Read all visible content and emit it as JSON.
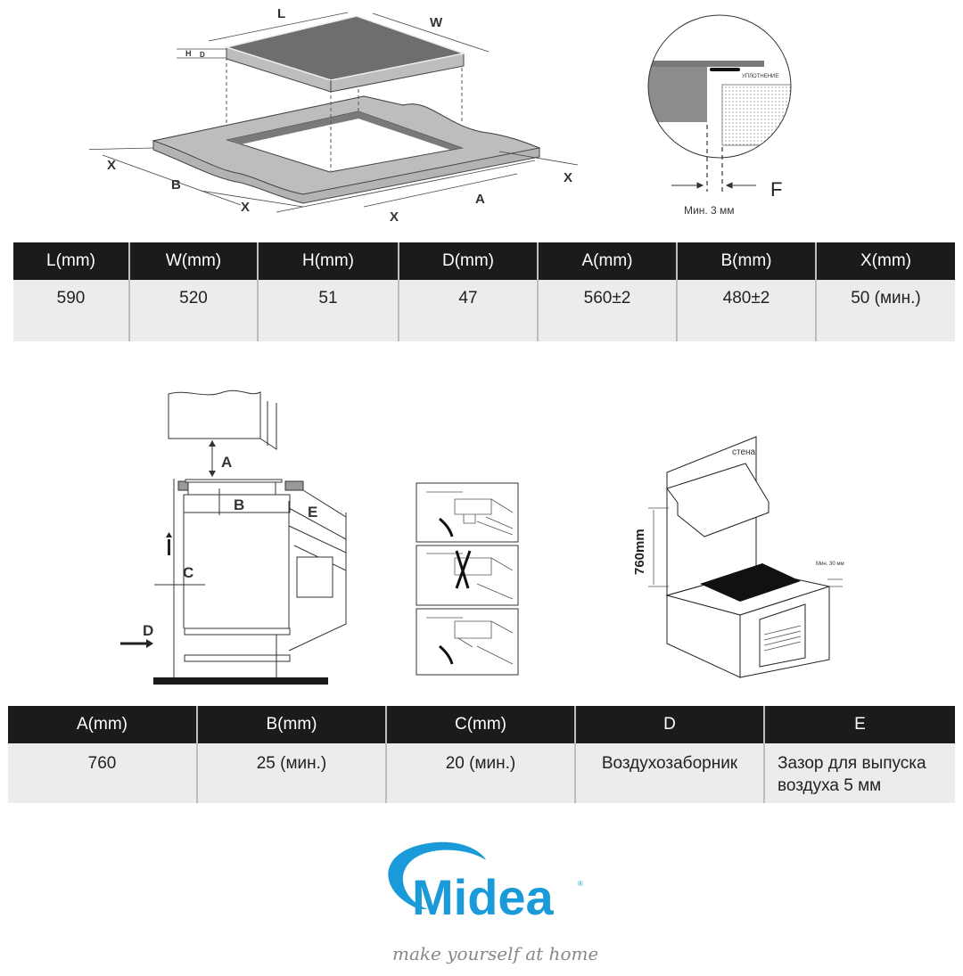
{
  "diagram_top": {
    "labels": {
      "L": "L",
      "W": "W",
      "H": "H",
      "D": "D",
      "A": "A",
      "B": "B",
      "X": "X"
    },
    "detail": {
      "seal_label": "УПЛОТНЕНИЕ",
      "gap_label": "F",
      "gap_caption": "Мин. 3 мм"
    }
  },
  "table1": {
    "headers": [
      "L(mm)",
      "W(mm)",
      "H(mm)",
      "D(mm)",
      "A(mm)",
      "B(mm)",
      "X(mm)"
    ],
    "values": [
      "590",
      "520",
      "51",
      "47",
      "560±2",
      "480±2",
      "50 (мин.)"
    ]
  },
  "diagram_middle": {
    "side_labels": {
      "A": "A",
      "B": "B",
      "C": "C",
      "D": "D",
      "E": "E"
    },
    "iso_labels": {
      "wall": "стена",
      "height": "760mm",
      "min_gap": "Мин. 30 мм"
    }
  },
  "table2": {
    "headers": [
      "A(mm)",
      "B(mm)",
      "C(mm)",
      "D",
      "E"
    ],
    "values": [
      "760",
      "25 (мин.)",
      "20 (мин.)",
      "Воздухозаборник",
      "Зазор для выпуска воздуха 5 мм"
    ]
  },
  "brand": {
    "name": "Midea",
    "registered": "®",
    "tagline": "make yourself at home",
    "color": "#1a9ad8"
  }
}
